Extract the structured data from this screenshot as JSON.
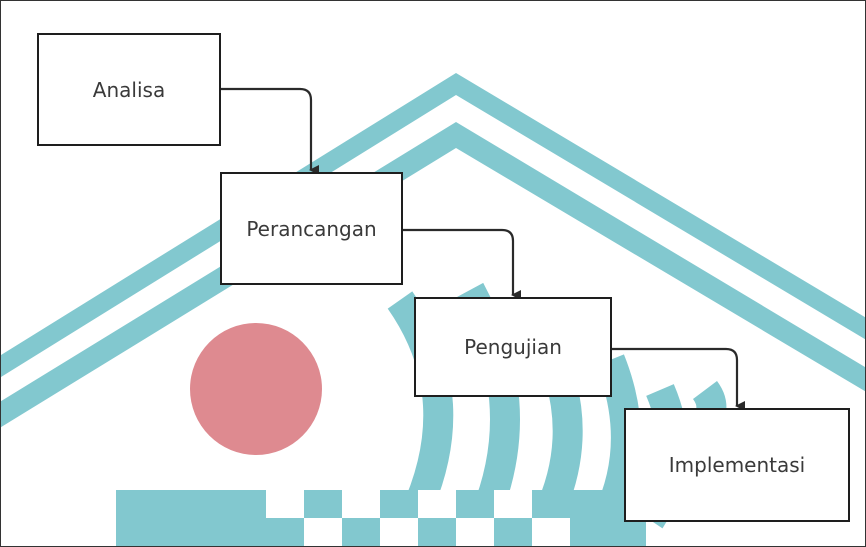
{
  "diagram": {
    "steps": [
      {
        "id": "analisa",
        "label": "Analisa"
      },
      {
        "id": "perancangan",
        "label": "Perancangan"
      },
      {
        "id": "pengujian",
        "label": "Pengujian"
      },
      {
        "id": "implementasi",
        "label": "Implementasi"
      }
    ],
    "connections": [
      {
        "from": "analisa",
        "to": "perancangan"
      },
      {
        "from": "perancangan",
        "to": "pengujian"
      },
      {
        "from": "pengujian",
        "to": "implementasi"
      }
    ]
  },
  "colors": {
    "box_border": "#1e1e1e",
    "box_fill": "#ffffff",
    "text": "#3a3a3a",
    "arrow": "#2a2a2a",
    "watermark_teal": "#82c8cf",
    "watermark_red": "#de8a90"
  }
}
